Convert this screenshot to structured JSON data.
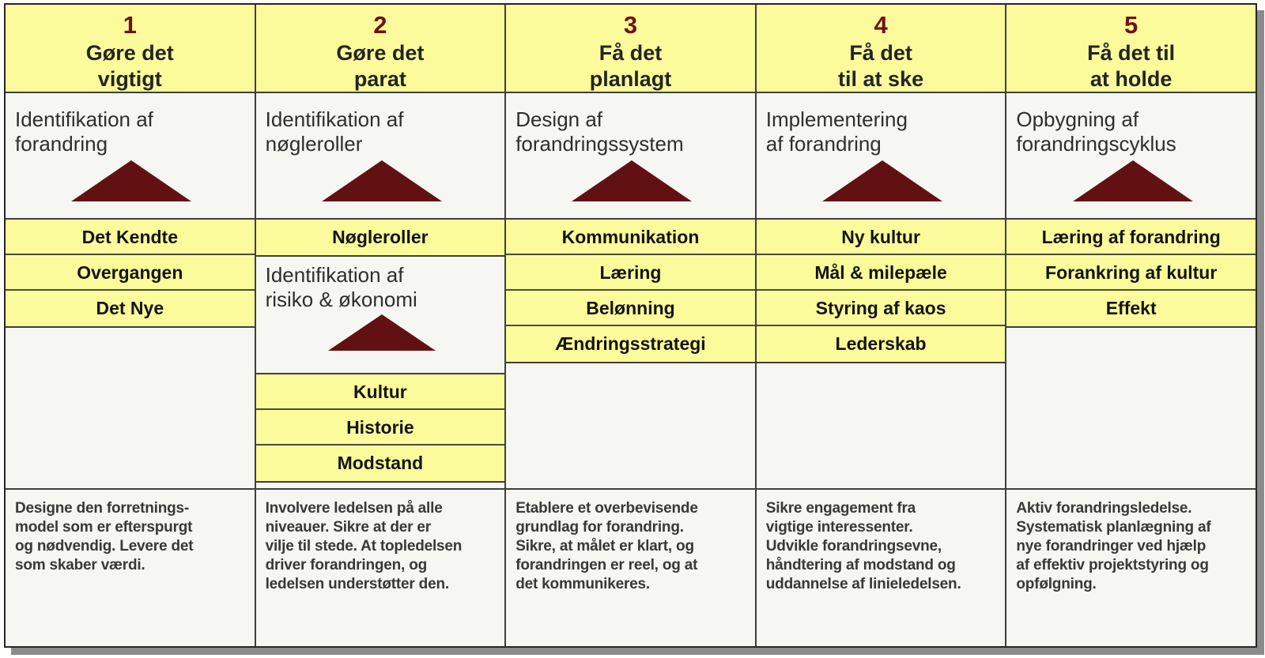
{
  "diagram": {
    "type": "change-management-stage-table",
    "language": "da",
    "colors": {
      "cell_yellow": "#fbfb9b",
      "cell_white": "#f6f6f3",
      "triangle_maroon": "#621112",
      "number_maroon": "#701014",
      "border_dark": "#3e3e3e",
      "shadow_gray": "#8b8b8b",
      "text_dark": "#242424"
    }
  },
  "columns": [
    {
      "number": "1",
      "title": "Gøre det\nvigtigt",
      "intro": "Identifikation af\nforandring",
      "rows": [
        "Det Kendte",
        "Overgangen",
        "Det Nye"
      ],
      "description": "Designe den forretnings-\nmodel som er efterspurgt\nog nødvendig. Levere det\nsom skaber værdi."
    },
    {
      "number": "2",
      "title": "Gøre det\nparat",
      "intro": "Identifikation af\nnøgleroller",
      "rows": [
        "Nøgleroller"
      ],
      "secondary_intro": "Identifikation af\nrisiko & økonomi",
      "secondary_rows": [
        "Kultur",
        "Historie",
        "Modstand"
      ],
      "description": "Involvere ledelsen på alle\nniveauer. Sikre at der er\nvilje til stede. At topledelsen\ndriver forandringen, og\nledelsen understøtter den."
    },
    {
      "number": "3",
      "title": "Få det\nplanlagt",
      "intro": "Design af\nforandringssystem",
      "rows": [
        "Kommunikation",
        "Læring",
        "Belønning",
        "Ændringsstrategi"
      ],
      "description": "Etablere et overbevisende\ngrundlag for forandring.\nSikre, at målet er klart, og\nforandringen er reel, og at\ndet kommunikeres."
    },
    {
      "number": "4",
      "title": "Få det\ntil at ske",
      "intro": "Implementering\naf forandring",
      "rows": [
        "Ny kultur",
        "Mål & milepæle",
        "Styring af kaos",
        "Lederskab"
      ],
      "description": "Sikre engagement fra\nvigtige interessenter.\nUdvikle forandringsevne,\nhåndtering af modstand og\nuddannelse af linieledelsen."
    },
    {
      "number": "5",
      "title": "Få det til\nat holde",
      "intro": "Opbygning af\nforandringscyklus",
      "rows": [
        "Læring af forandring",
        "Forankring af kultur",
        "Effekt"
      ],
      "description": "Aktiv forandringsledelse.\nSystematisk planlægning af\nnye forandringer ved hjælp\naf effektiv projektstyring og\nopfølgning."
    }
  ]
}
